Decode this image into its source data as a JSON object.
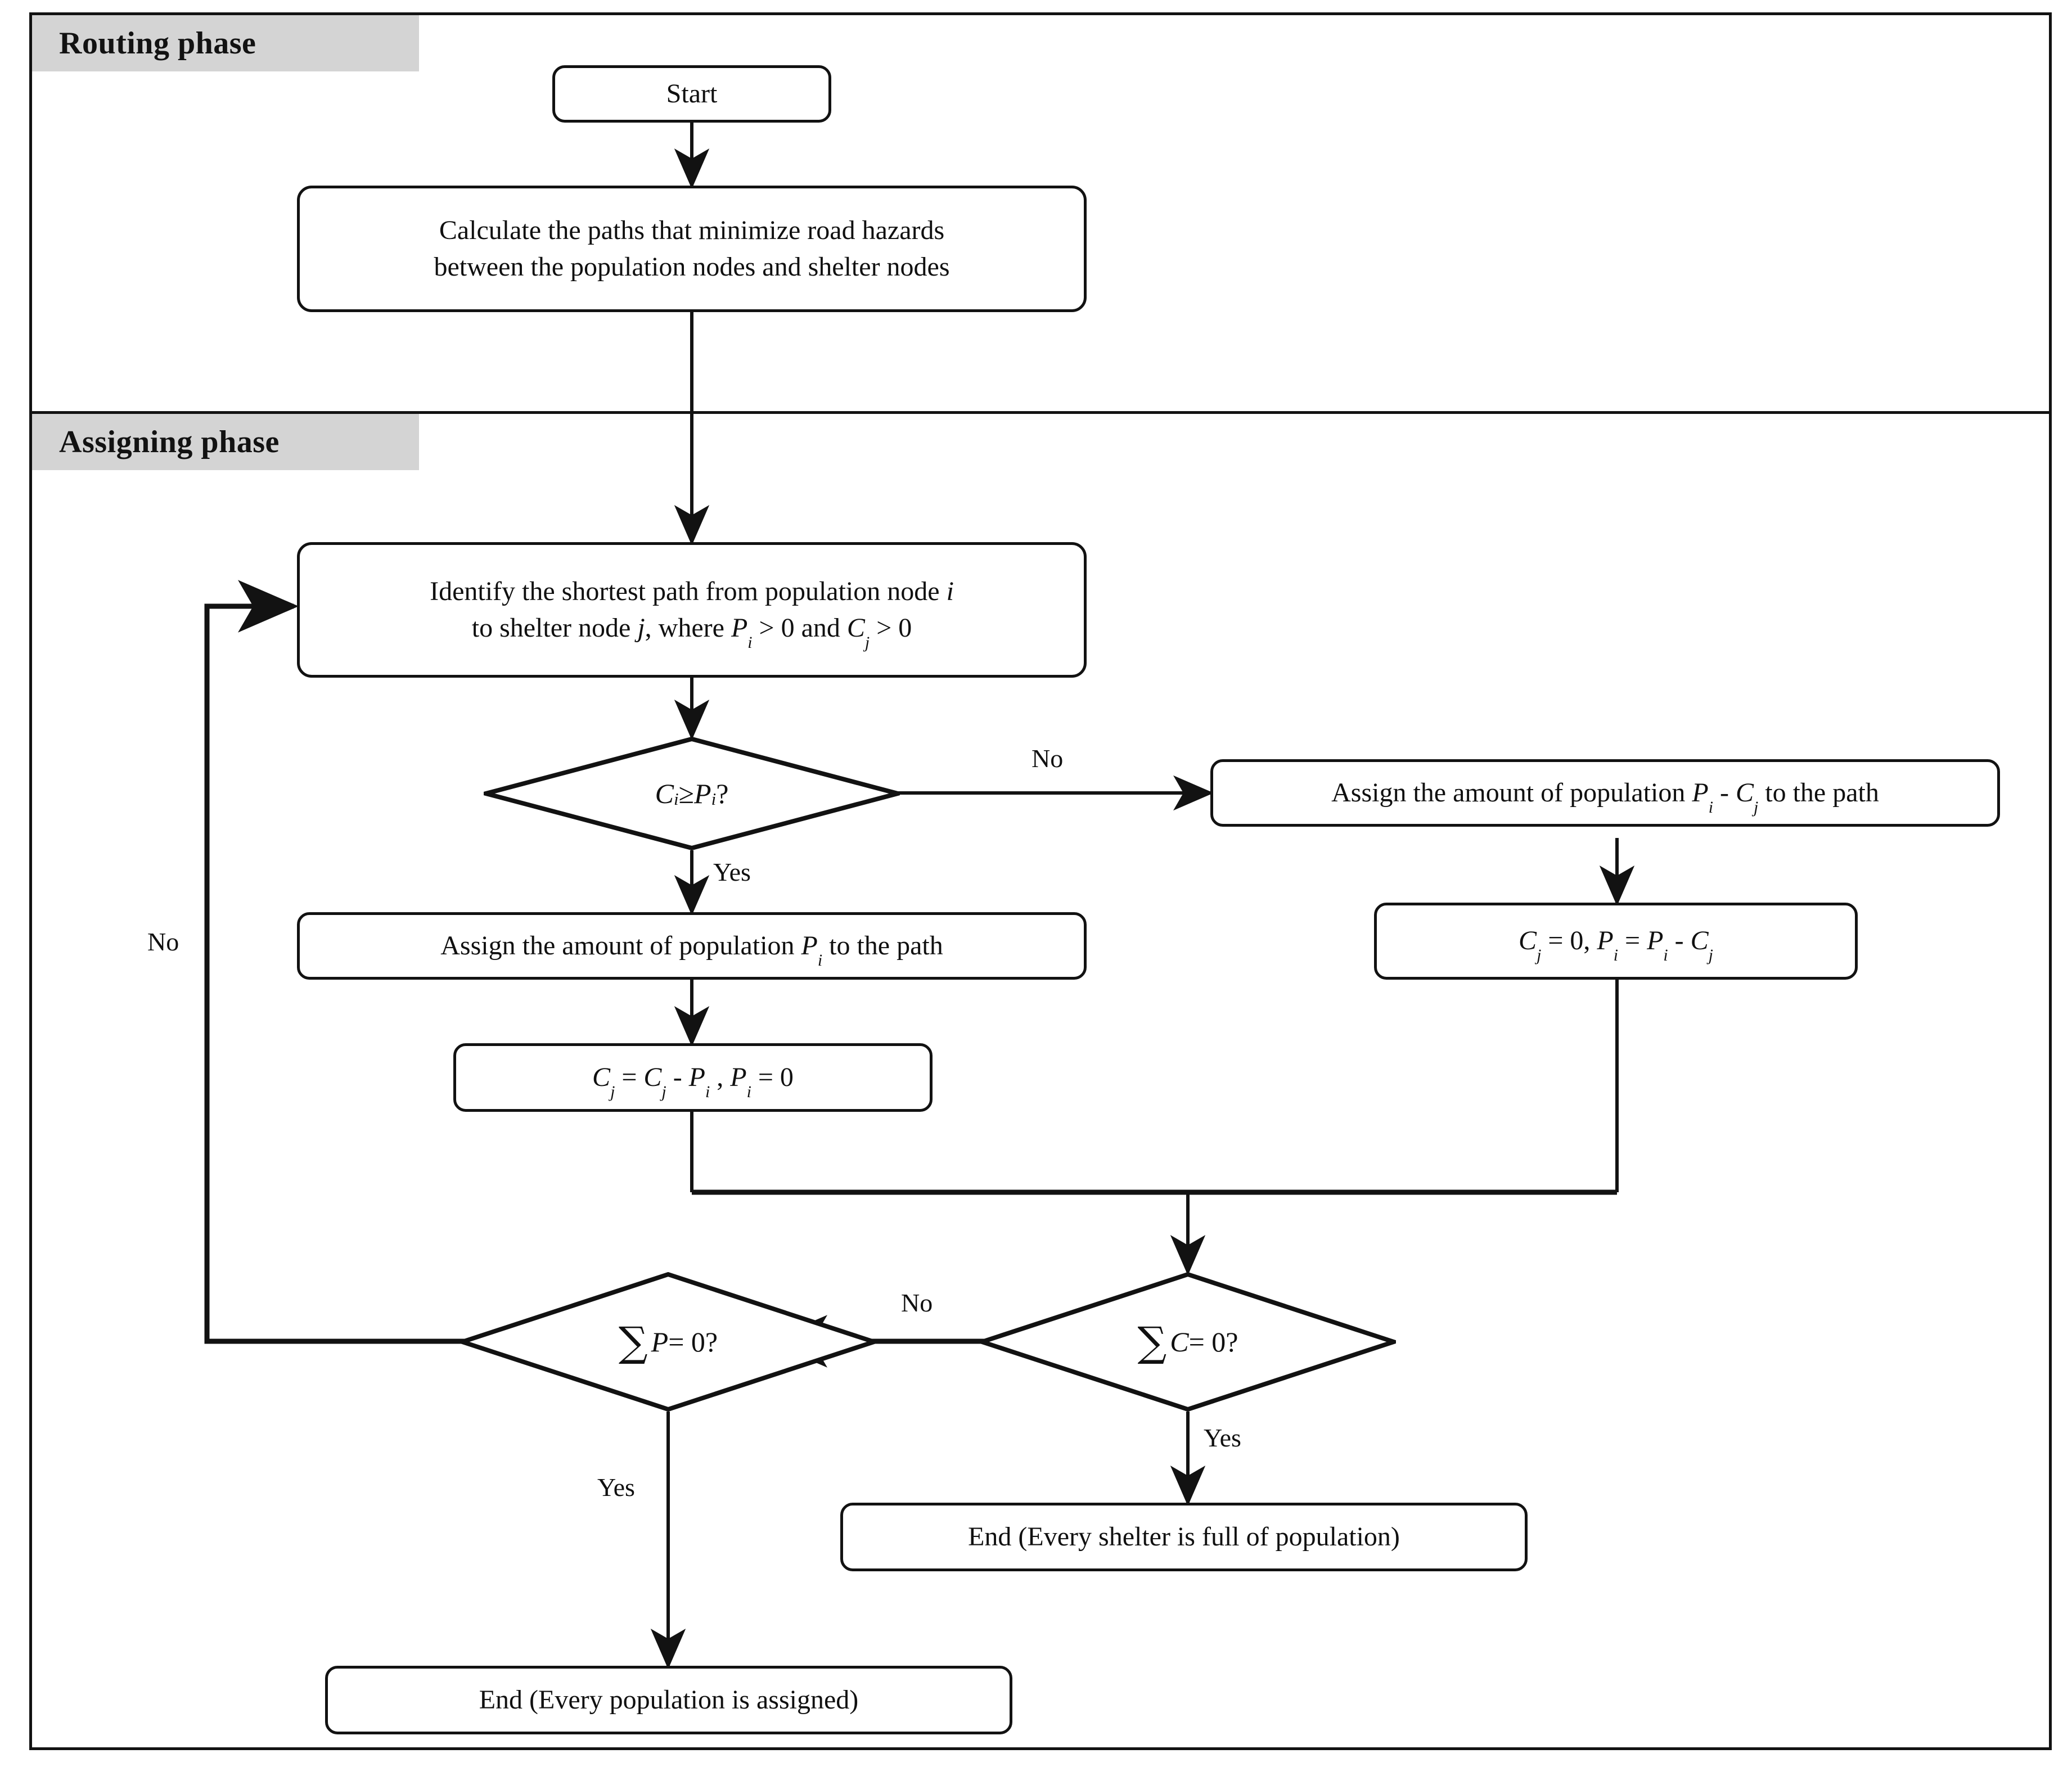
{
  "diagram": {
    "title": "Two-phase shelter assignment flowchart",
    "colors": {
      "line": "#121212",
      "banner_bg": "#d4d4d4",
      "node_bg": "#ffffff",
      "text": "#101010"
    },
    "phases": [
      {
        "id": "routing",
        "label": "Routing phase"
      },
      {
        "id": "assigning",
        "label": "Assigning phase"
      }
    ],
    "nodes": [
      {
        "id": "start",
        "shape": "rounded",
        "text": "Start"
      },
      {
        "id": "calc-paths",
        "shape": "rounded",
        "line1": "Calculate the paths that minimize road hazards",
        "line2": "between the population nodes and shelter nodes"
      },
      {
        "id": "identify-path",
        "shape": "rounded",
        "line1_a": "Identify the shortest path from population node ",
        "line1_i": "i",
        "line2_a": "to shelter node ",
        "line2_j": "j",
        "line2_b": ", where ",
        "line2_P": "P",
        "line2_Psub": "i",
        "line2_c": " > 0 and ",
        "line2_C": "C",
        "line2_Csub": "j",
        "line2_d": " >  0"
      },
      {
        "id": "decision-capacity",
        "shape": "diamond",
        "C": "C",
        "Csub": "i",
        "op": " ≥ ",
        "P": "P",
        "Psub": "i",
        "q": " ?"
      },
      {
        "id": "assign-pi",
        "shape": "rounded",
        "a": "Assign the amount of population ",
        "P": "P",
        "Psub": "i",
        "b": " to the path"
      },
      {
        "id": "update-cj",
        "shape": "rounded",
        "C1": "C",
        "C1sub": "j",
        "eq1": " = ",
        "C2": "C",
        "C2sub": "j",
        "minus": " - ",
        "P1": "P",
        "P1sub": "i",
        "comma": " ,  ",
        "P2": "P",
        "P2sub": "i",
        "eq2": " = 0"
      },
      {
        "id": "assign-pi-minus-cj",
        "shape": "rounded",
        "a": "Assign the amount of population ",
        "P": "P",
        "Psub": "i",
        "minus": " - ",
        "C": "C",
        "Csub": "j",
        "b": " to the path"
      },
      {
        "id": "reset-cj",
        "shape": "rounded",
        "C1": "C",
        "C1sub": "j",
        "eq1": " = 0,  ",
        "P1": "P",
        "P1sub": "i",
        "eq2": " = ",
        "P2": "P",
        "P2sub": "i",
        "minus": " - ",
        "C2": "C",
        "C2sub": "j"
      },
      {
        "id": "decision-sum-p",
        "shape": "diamond",
        "sigma": "∑",
        "var": "P",
        "rest": " = 0?"
      },
      {
        "id": "decision-sum-c",
        "shape": "diamond",
        "sigma": "∑",
        "var": "C",
        "rest": " = 0?"
      },
      {
        "id": "end-population",
        "shape": "rounded",
        "text": "End (Every population is assigned)"
      },
      {
        "id": "end-shelter",
        "shape": "rounded",
        "text": "End (Every shelter is full of population)"
      }
    ],
    "edge_labels": [
      {
        "id": "capacity-no",
        "text": "No"
      },
      {
        "id": "capacity-yes",
        "text": "Yes"
      },
      {
        "id": "loop-no",
        "text": "No"
      },
      {
        "id": "sum-c-no",
        "text": "No"
      },
      {
        "id": "sum-c-yes",
        "text": "Yes"
      },
      {
        "id": "sum-p-yes",
        "text": "Yes"
      }
    ]
  }
}
